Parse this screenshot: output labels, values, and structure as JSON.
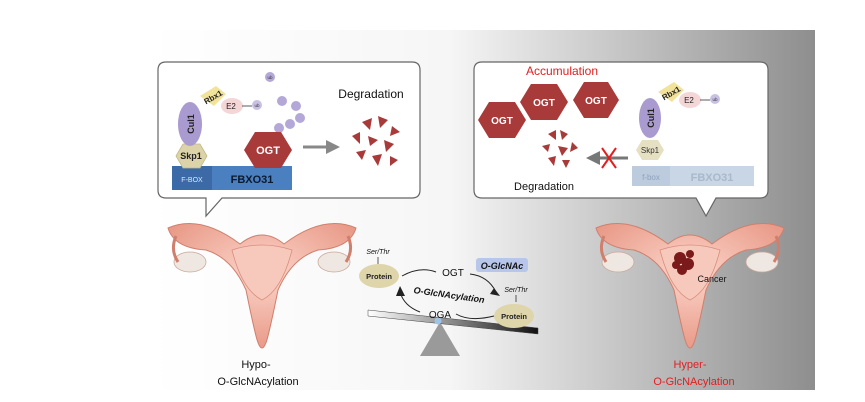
{
  "left_panel": {
    "rbx1": "Rbx1",
    "e2": "E2",
    "ub": "ub",
    "cul1": "Cul1",
    "skp1": "Skp1",
    "fbox": "F-BOX",
    "fbxo31": "FBXO31",
    "ogt": "OGT",
    "degradation": "Degradation",
    "caption_line1": "Hypo-",
    "caption_line2": "O-GlcNAcylation"
  },
  "right_panel": {
    "accumulation": "Accumulation",
    "ogt": "OGT",
    "rbx1": "Rbx1",
    "e2": "E2",
    "ub": "ub",
    "cul1": "Cul1",
    "skp1": "Skp1",
    "fbox": "f-box",
    "fbxo31": "FBXO31",
    "degradation": "Degradation",
    "cancer": "Cancer",
    "caption_line1": "Hyper-",
    "caption_line2": "O-GlcNAcylation"
  },
  "center": {
    "ser_thr_left": "Ser/Thr",
    "protein_left": "Protein",
    "ogt": "OGT",
    "oglcnacylation": "O-GlcNAcylation",
    "oga": "OGA",
    "oglcnac": "O-GlcNAc",
    "ser_thr_right": "Ser/Thr",
    "protein_right": "Protein"
  },
  "colors": {
    "ogt_fill": "#a93a3a",
    "accent_red": "#e02020",
    "fbxo31_blue": "#4a7fc0",
    "cul1_purple": "#a99bd0",
    "skp1_tan": "#dcd3a8",
    "rbx1_yellow": "#f2e39a",
    "uterus_pink": "#f2b8a8"
  }
}
